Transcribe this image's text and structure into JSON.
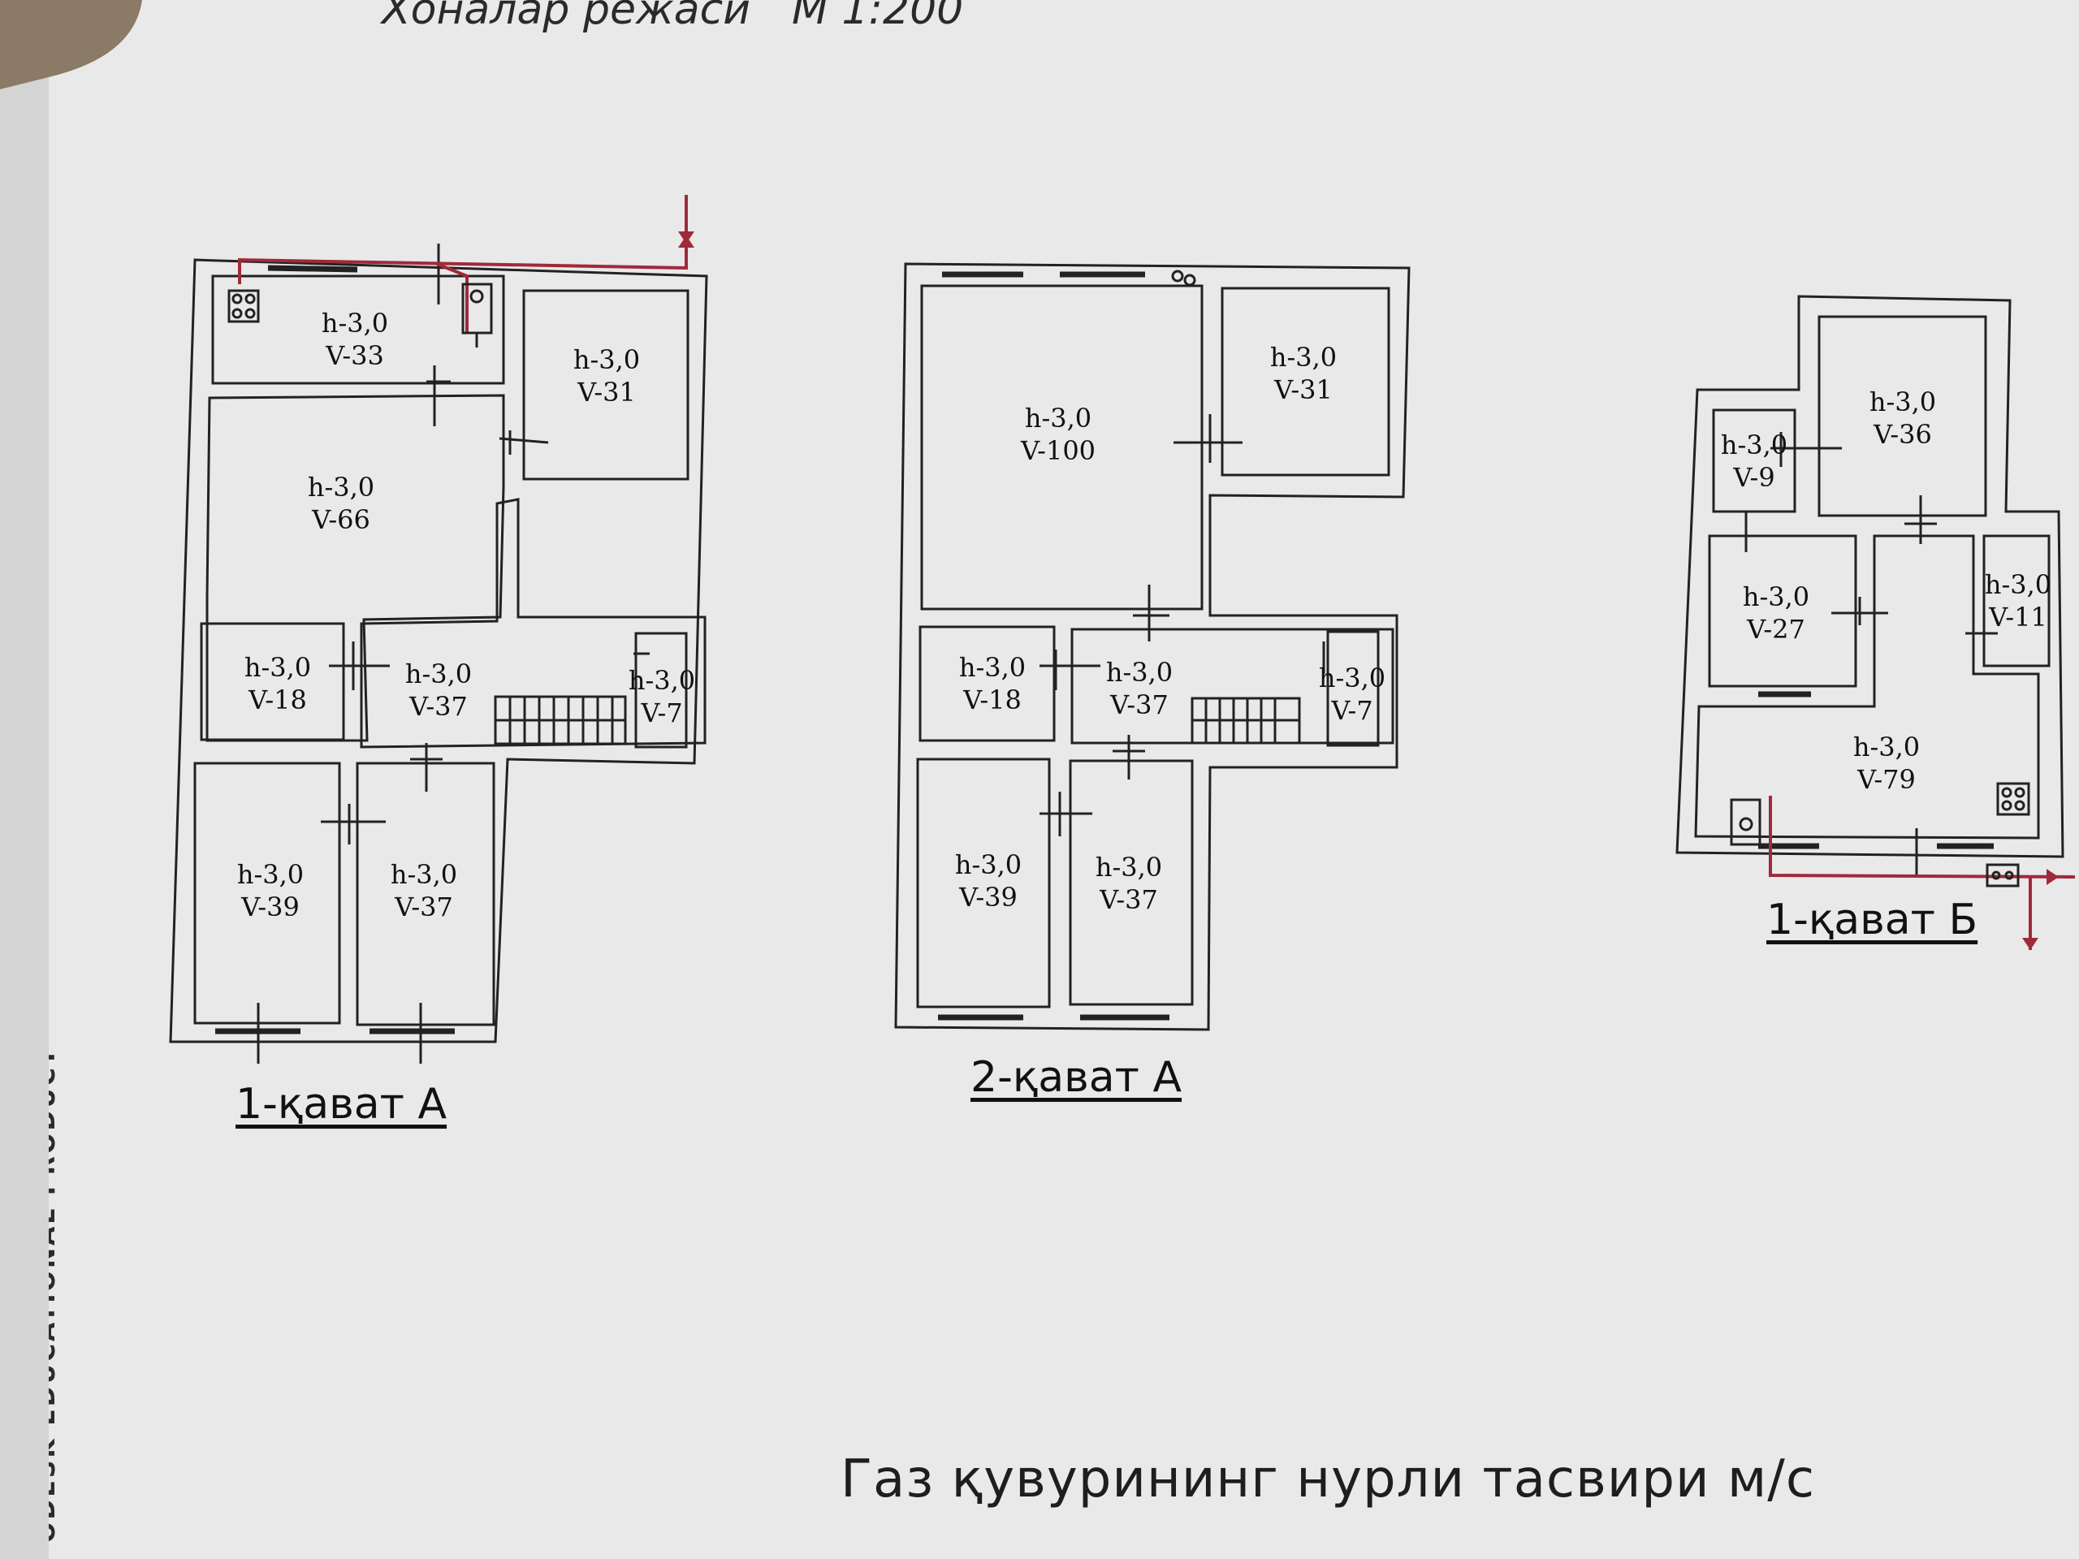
{
  "header": {
    "title": "Хоналар режаси",
    "scale": "М 1:200"
  },
  "footer": {
    "caption": "Газ қувурининг нурли тасвири м/с"
  },
  "watermark": "ODESK EDUCATIONAL PRODUCT",
  "plans": [
    {
      "label": "1-қават А",
      "rooms": [
        {
          "h": "h-3,0",
          "v": "V-33"
        },
        {
          "h": "h-3,0",
          "v": "V-31"
        },
        {
          "h": "h-3,0",
          "v": "V-66"
        },
        {
          "h": "h-3,0",
          "v": "V-18"
        },
        {
          "h": "h-3,0",
          "v": "V-37"
        },
        {
          "h": "h-3,0",
          "v": "V-7"
        },
        {
          "h": "h-3,0",
          "v": "V-39"
        },
        {
          "h": "h-3,0",
          "v": "V-37"
        }
      ]
    },
    {
      "label": "2-қават А",
      "rooms": [
        {
          "h": "h-3,0",
          "v": "V-100"
        },
        {
          "h": "h-3,0",
          "v": "V-31"
        },
        {
          "h": "h-3,0",
          "v": "V-18"
        },
        {
          "h": "h-3,0",
          "v": "V-37"
        },
        {
          "h": "h-3,0",
          "v": "V-7"
        },
        {
          "h": "h-3,0",
          "v": "V-39"
        },
        {
          "h": "h-3,0",
          "v": "V-37"
        }
      ]
    },
    {
      "label": "1-қават Б",
      "rooms": [
        {
          "h": "h-3,0",
          "v": "V-36"
        },
        {
          "h": "h-3,0",
          "v": "V-9"
        },
        {
          "h": "h-3,0",
          "v": "V-27"
        },
        {
          "h": "h-3,0",
          "v": "V-11"
        },
        {
          "h": "h-3,0",
          "v": "V-79"
        }
      ]
    }
  ],
  "colors": {
    "paper": "#e9e9e9",
    "wall": "#222222",
    "gas_pipe": "#a0293a"
  },
  "icons": [
    "stove-icon",
    "boiler-icon",
    "gas-meter-icon",
    "gas-valve-icon",
    "staircase-icon"
  ]
}
